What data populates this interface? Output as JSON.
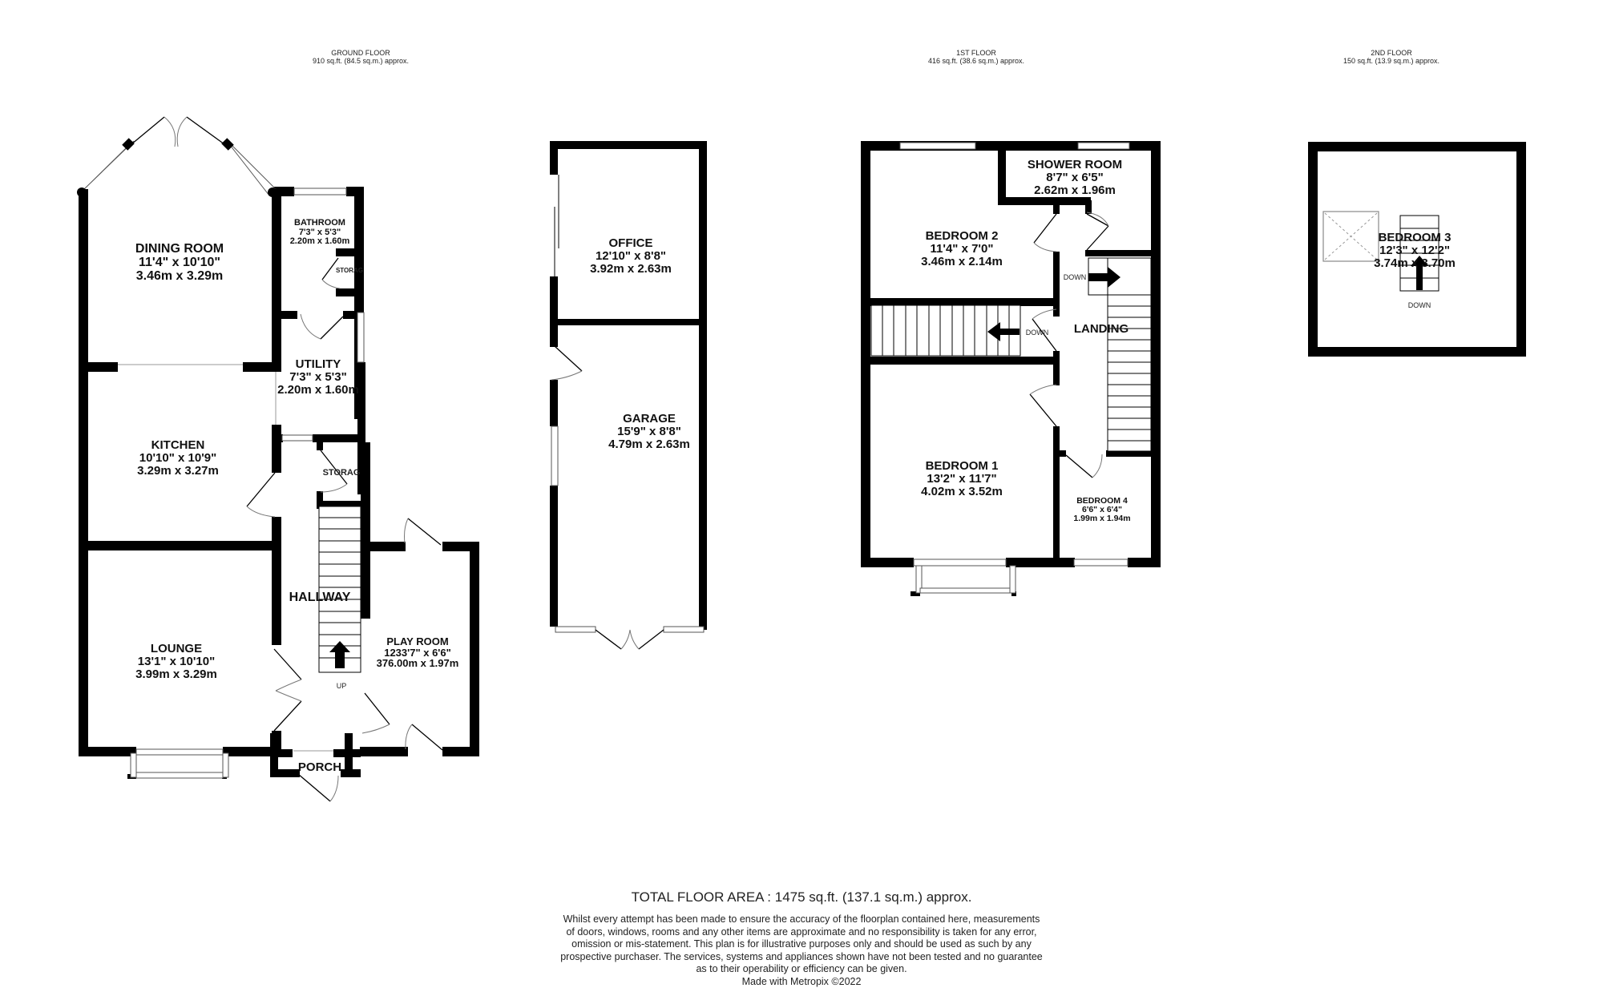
{
  "floors": [
    {
      "name": "GROUND FLOOR",
      "area": "910 sq.ft. (84.5 sq.m.) approx."
    },
    {
      "name": "1ST FLOOR",
      "area": "416 sq.ft. (38.6 sq.m.) approx."
    },
    {
      "name": "2ND FLOOR",
      "area": "150 sq.ft. (13.9 sq.m.) approx."
    }
  ],
  "rooms": {
    "dining_room": {
      "name": "DINING ROOM",
      "imperial": "11'4\"  x 10'10\"",
      "metric": "3.46m  x 3.29m"
    },
    "bathroom": {
      "name": "BATHROOM",
      "imperial": "7'3\"  x 5'3\"",
      "metric": "2.20m  x 1.60m"
    },
    "utility": {
      "name": "UTILITY",
      "imperial": "7'3\"  x 5'3\"",
      "metric": "2.20m  x 1.60m"
    },
    "kitchen": {
      "name": "KITCHEN",
      "imperial": "10'10\"  x 10'9\"",
      "metric": "3.29m  x 3.27m"
    },
    "lounge": {
      "name": "LOUNGE",
      "imperial": "13'1\"  x 10'10\"",
      "metric": "3.99m  x 3.29m"
    },
    "hallway": {
      "name": "HALLWAY"
    },
    "porch": {
      "name": "PORCH"
    },
    "play_room": {
      "name": "PLAY ROOM",
      "imperial": "1233'7\"  x 6'6\"",
      "metric": "376.00m  x 1.97m"
    },
    "office": {
      "name": "OFFICE",
      "imperial": "12'10\"  x 8'8\"",
      "metric": "3.92m  x 2.63m"
    },
    "garage": {
      "name": "GARAGE",
      "imperial": "15'9\"  x 8'8\"",
      "metric": "4.79m  x 2.63m"
    },
    "bedroom_2": {
      "name": "BEDROOM 2",
      "imperial": "11'4\"  x 7'0\"",
      "metric": "3.46m  x 2.14m"
    },
    "shower_room": {
      "name": "SHOWER ROOM",
      "imperial": "8'7\"  x 6'5\"",
      "metric": "2.62m  x 1.96m"
    },
    "landing": {
      "name": "LANDING"
    },
    "bedroom_1": {
      "name": "BEDROOM 1",
      "imperial": "13'2\"  x 11'7\"",
      "metric": "4.02m  x 3.52m"
    },
    "bedroom_4": {
      "name": "BEDROOM 4",
      "imperial": "6'6\"  x 6'4\"",
      "metric": "1.99m  x 1.94m"
    },
    "bedroom_3": {
      "name": "BEDROOM 3",
      "imperial": "12'3\"  x 12'2\"",
      "metric": "3.74m  x 3.70m"
    }
  },
  "tags": {
    "storage_bath": "STORAG",
    "storage_hall": "STORAG",
    "up": "UP",
    "down_landing_right": "DOWN",
    "down_landing_left": "DOWN",
    "down_second": "DOWN"
  },
  "footer": {
    "total": "TOTAL FLOOR AREA : 1475 sq.ft. (137.1 sq.m.) approx.",
    "disclaimer_lines": [
      "Whilst every attempt has been made to ensure the accuracy of the floorplan contained here, measurements",
      "of doors, windows, rooms and any other items are approximate and no responsibility is taken for any error,",
      "omission or mis-statement. This plan is for illustrative purposes only and should be used as such by any",
      "prospective purchaser. The services, systems and appliances shown have not been tested and no guarantee",
      "as to their operability or efficiency can be given."
    ],
    "credit": "Made with Metropix ©2022"
  }
}
